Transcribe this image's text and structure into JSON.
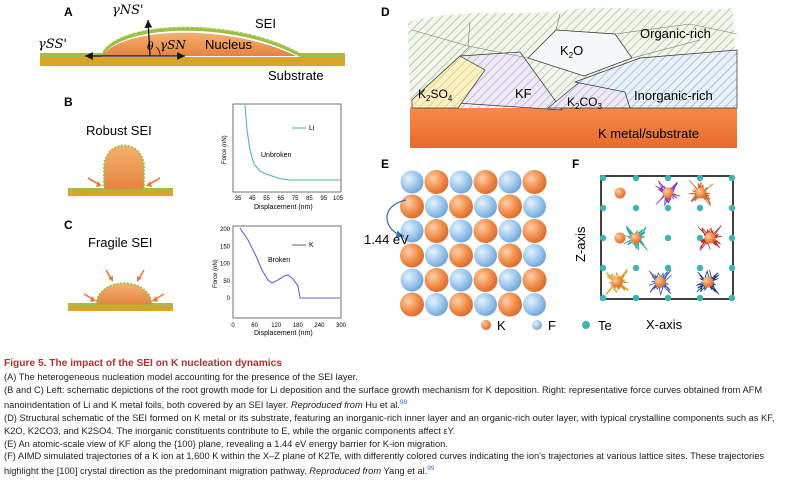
{
  "panels": {
    "A": {
      "letter": "A",
      "sei": "SEI",
      "nucleus": "Nucleus",
      "substrate": "Substrate",
      "gamma_ns": "γNS'",
      "gamma_ss": "γSS'",
      "gamma_sn": "γSN",
      "theta": "θ"
    },
    "B": {
      "letter": "B",
      "title": "Robust SEI",
      "chart": {
        "legend": "Li",
        "annotation": "Unbroken",
        "ylabel": "Force (nN)",
        "xlabel": "Displacement (nm)",
        "xticks": [
          "35",
          "45",
          "55",
          "65",
          "75",
          "85",
          "95",
          "105"
        ]
      }
    },
    "C": {
      "letter": "C",
      "title": "Fragile SEI",
      "chart": {
        "legend": "K",
        "annotation": "Broken",
        "ylabel": "Force (nN)",
        "xlabel": "Displacement (nm)",
        "xticks": [
          "0",
          "60",
          "120",
          "180",
          "240",
          "300"
        ],
        "yticks": [
          "200",
          "150",
          "100",
          "50",
          "0"
        ]
      }
    },
    "D": {
      "letter": "D",
      "organic": "Organic-rich",
      "k2o": "K2O",
      "k2so4": "K2SO4",
      "kf": "KF",
      "k2co3": "K2CO3",
      "inorganic": "Inorganic-rich",
      "metal": "K metal/substrate"
    },
    "E": {
      "letter": "E",
      "energy": "1.44 eV"
    },
    "F": {
      "letter": "F",
      "zaxis": "Z-axis",
      "xaxis": "X-axis"
    },
    "legend": {
      "k": "K",
      "f": "F",
      "te": "Te"
    }
  },
  "colors": {
    "k_orange": "#ee8a4a",
    "f_blue": "#8fbde6",
    "te_teal": "#3fb4b0",
    "sei_green": "#9bc04a",
    "substrate": "#d7a52a",
    "metal": "#ee7a3a",
    "caption_red": "#b5312f"
  },
  "caption": {
    "title": "Figure 5. The impact of the SEI on K nucleation dynamics",
    "a": "(A) The heterogeneous nucleation model accounting for the presence of the SEI layer.",
    "b1": "(B and C) Left: schematic depictions of the root growth mode for Li deposition and the surface growth mechanism for K deposition. Right: representative force curves obtained from AFM nanoindentation of Li and K metal foils, both covered by an SEI layer.",
    "b_rep": "Reproduced from",
    "b_ref": "Hu et al.",
    "b_sup": "98",
    "d1": "(D) Structural schematic of the SEI formed on K metal or its substrate, featuring an inorganic-rich inner layer and an organic-rich outer layer, with typical crystalline components such as KF, K2O, K2CO3, and K2SO4. The inorganic constituents contribute to E, while the organic components affect εY.",
    "e": "(E) An atomic-scale view of KF along the {100} plane, revealing a 1.44 eV energy barrier for K-ion migration.",
    "f1": "(F) AIMD simulated trajectories of a K ion at 1,600 K within the X–Z plane of K2Te, with differently colored curves indicating the ion's trajectories at various lattice sites. These trajectories highlight the [100] crystal direction as the predominant migration pathway.",
    "f_rep": "Reproduced from",
    "f_ref": "Yang et al.",
    "f_sup": "99"
  }
}
